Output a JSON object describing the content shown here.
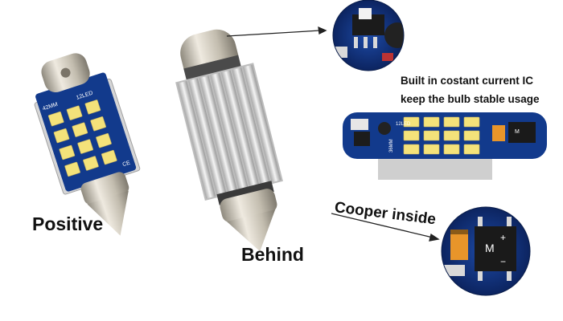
{
  "labels": {
    "positive": "Positive",
    "behind": "Behind",
    "cooper": "Cooper inside",
    "built_in": "Built in costant current IC",
    "keep": "keep the bulb stable usage"
  },
  "pcb_markings": {
    "left_bulb_length": "42MM",
    "left_bulb_led_count": "12LED",
    "ce_mark": "CE",
    "board_length": "36MM",
    "board_led_count": "12LED"
  },
  "colors": {
    "pcb_blue": "#123a8c",
    "led_yellow": "#f4e27a",
    "metal_silver": "#d9d9d9",
    "cap_silver": "#c9c3b4",
    "capacitor_orange": "#e8952a"
  }
}
